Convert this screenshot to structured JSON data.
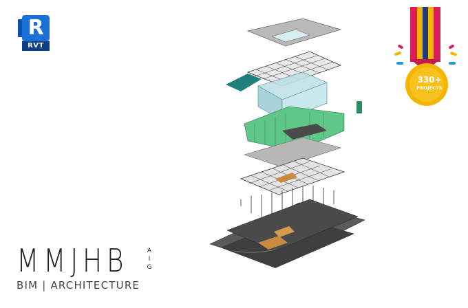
{
  "badge": {
    "letter": "R",
    "label": "RVT",
    "color": "#1b6fd6"
  },
  "medal": {
    "count": "330+",
    "label": "PROJECTS",
    "ribbon_colors": [
      "#d81f57",
      "#f5b400",
      "#1d3b7a",
      "#f5b400",
      "#d81f57"
    ],
    "disc_color": "#f5b400"
  },
  "brand": {
    "name": "MMJHB",
    "suffix": [
      "A",
      "I",
      "G"
    ],
    "subtitle": "BIM | ARCHITECTURE"
  },
  "illustration": {
    "subject": "exploded-axonometric-building-model",
    "accent_colors": [
      "#2a8f8a",
      "#4cc07e",
      "#a8d8de",
      "#c98a3e",
      "#3a3a3a"
    ]
  }
}
